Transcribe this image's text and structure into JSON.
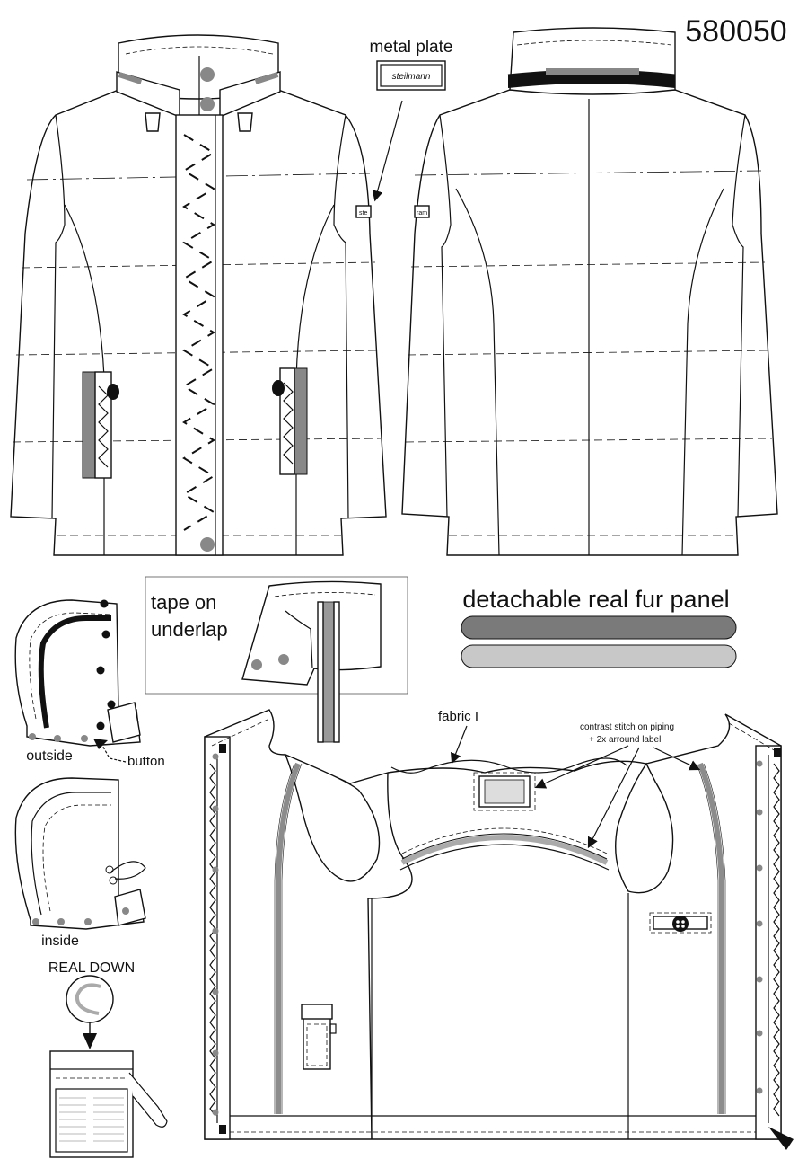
{
  "sheet": {
    "style_number": "580050",
    "labels": {
      "metal_plate": "metal plate",
      "brand_plate": "steilmann",
      "sleeve_tag_front": "ste",
      "sleeve_tag_back": "ram",
      "tape_on_underlap_1": "tape on",
      "tape_on_underlap_2": "underlap",
      "detachable_fur": "detachable real fur panel",
      "outside": "outside",
      "button": "button",
      "inside": "inside",
      "real_down": "REAL  DOWN",
      "fabric": "fabric I",
      "contrast_1": "contrast stitch on piping",
      "contrast_2": "+ 2x arround label"
    },
    "colors": {
      "line": "#111111",
      "fur_dark": "#7a7a7a",
      "fur_light": "#c8c8c8",
      "piping": "#8c8c8c",
      "button": "#8a8a8a"
    }
  }
}
